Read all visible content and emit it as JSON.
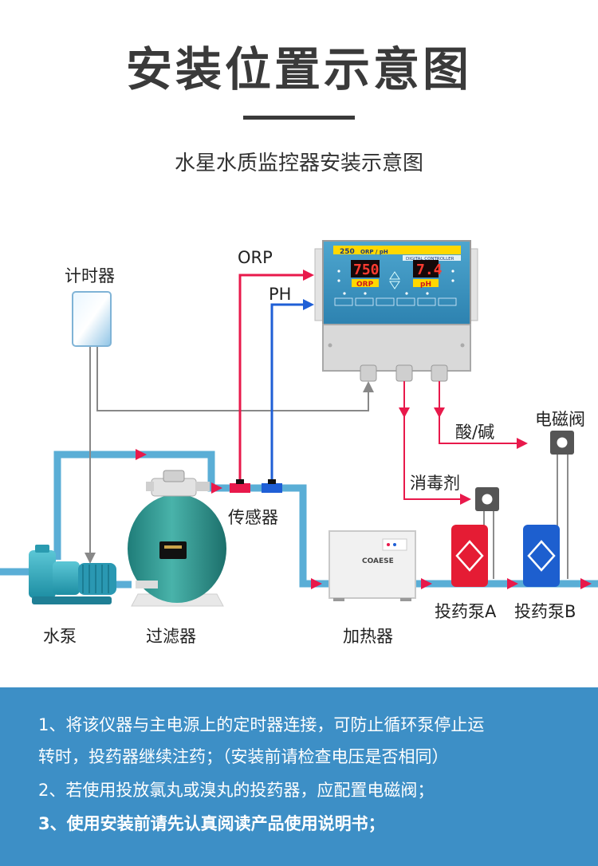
{
  "header": {
    "title": "安装位置示意图",
    "subtitle": "水星水质监控器安装示意图"
  },
  "diagram": {
    "labels": {
      "timer": "计时器",
      "orp": "ORP",
      "ph": "PH",
      "sensor": "传感器",
      "acid_base": "酸/碱",
      "solenoid_valve": "电磁阀",
      "disinfectant": "消毒剂",
      "water_pump": "水泵",
      "filter": "过滤器",
      "heater": "加热器",
      "dosing_pump_a": "投药泵A",
      "dosing_pump_b": "投药泵B"
    },
    "controller": {
      "model": "250",
      "model_suffix": "ORP / pH",
      "brand_strip": "DIGITAL CONTROLLER",
      "orp_display": "750",
      "ph_display": "7.4",
      "orp_tag": "ORP",
      "ph_tag": "pH"
    },
    "heater_brand": "COAESE",
    "colors": {
      "pipe": "#5aaed6",
      "arrow": "#e8194b",
      "orp_line": "#e8194b",
      "ph_line": "#1f5fd6",
      "signal_line": "#888888"
    }
  },
  "notes": {
    "line1": "1、将该仪器与主电源上的定时器连接，可防止循环泵停止运",
    "line2": "转时，投药器继续注药；（安装前请检查电压是否相同）",
    "line3": "2、若使用投放氯丸或溴丸的投药器，应配置电磁阀；",
    "line4": "3、使用安装前请先认真阅读产品使用说明书；"
  }
}
